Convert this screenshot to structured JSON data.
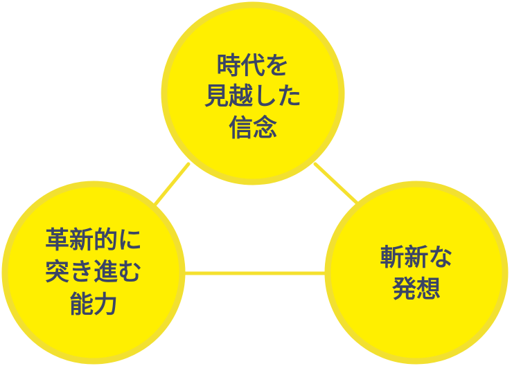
{
  "colors": {
    "circle_fill": "#ffef00",
    "circle_border": "#f2e030",
    "connector": "#f5e12e",
    "text": "#3a4466"
  },
  "nodes": {
    "top": {
      "lines": [
        "時代を",
        "見越した",
        "信念"
      ]
    },
    "left": {
      "lines": [
        "革新的に",
        "突き進む",
        "能力"
      ]
    },
    "right": {
      "lines": [
        "斬新な",
        "発想"
      ]
    }
  }
}
